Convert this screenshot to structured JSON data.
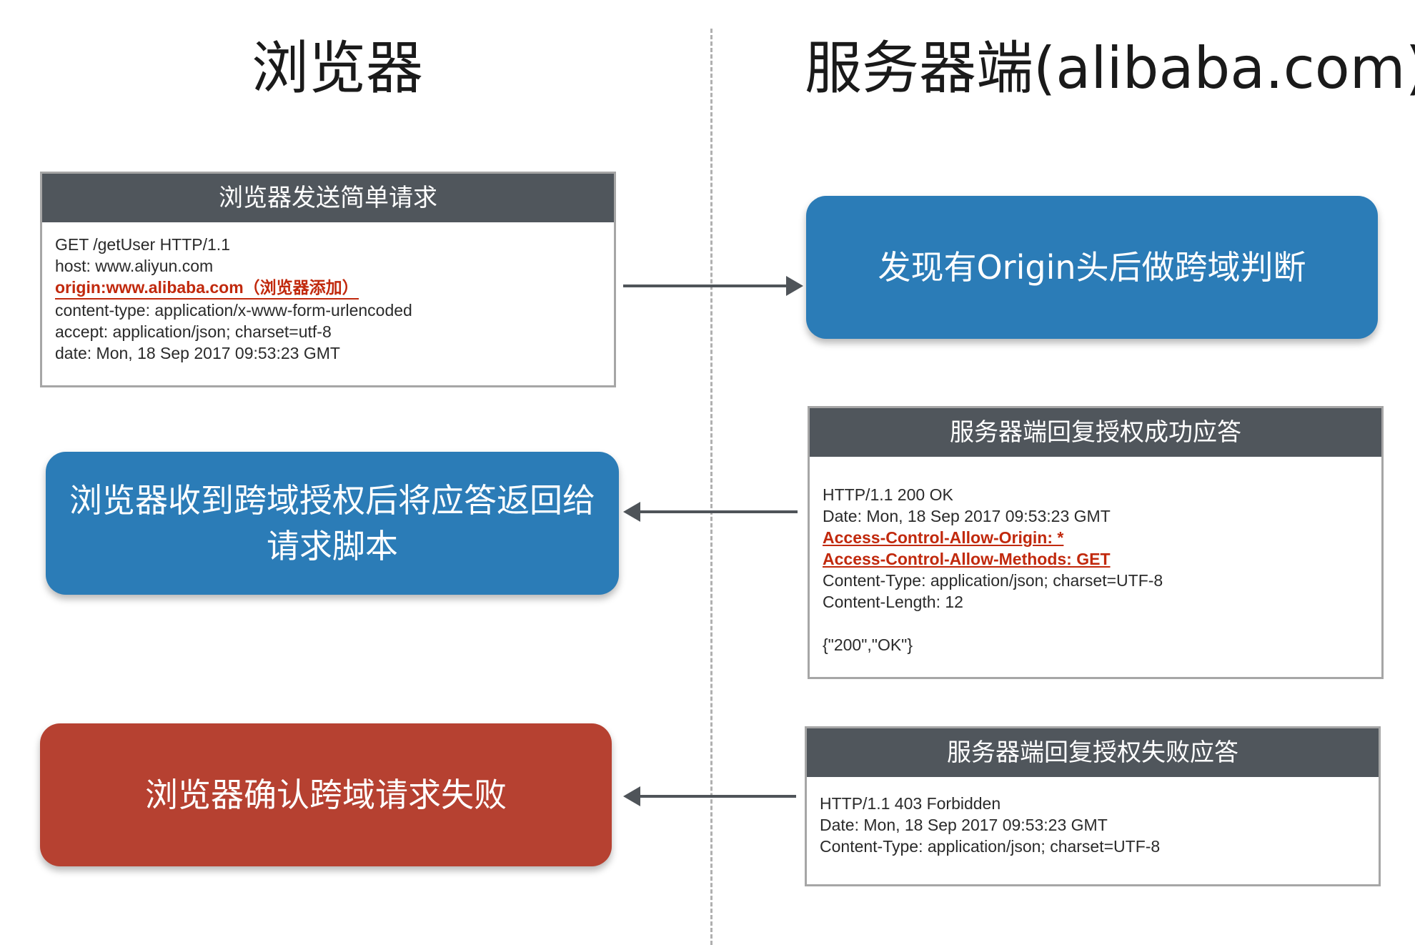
{
  "headings": {
    "browser": "浏览器",
    "server": "服务器端(alibaba.com)"
  },
  "request_panel": {
    "title": "浏览器发送简单请求",
    "lines": [
      "GET /getUser HTTP/1.1",
      "host: www.aliyun.com",
      "origin:www.alibaba.com（浏览器添加）",
      "content-type: application/x-www-form-urlencoded",
      "accept: application/json; charset=utf-8",
      "date: Mon, 18 Sep 2017 09:53:23 GMT"
    ]
  },
  "server_check": {
    "label": "发现有Origin头后做跨域判断"
  },
  "success_panel": {
    "title": "服务器端回复授权成功应答",
    "lines": [
      "HTTP/1.1 200 OK",
      "Date: Mon, 18 Sep 2017 09:53:23 GMT",
      "Access-Control-Allow-Origin: *",
      "Access-Control-Allow-Methods: GET",
      "Content-Type: application/json; charset=UTF-8",
      "Content-Length: 12",
      "",
      "{\"200\",\"OK\"}"
    ]
  },
  "browser_success": {
    "line1": "浏览器收到跨域授权后将应答返回给",
    "line2": "请求脚本"
  },
  "failure_panel": {
    "title": "服务器端回复授权失败应答",
    "lines": [
      "HTTP/1.1 403 Forbidden",
      "Date: Mon, 18 Sep 2017 09:53:23 GMT",
      "Content-Type: application/json; charset=UTF-8"
    ]
  },
  "browser_failure": {
    "label": "浏览器确认跨域请求失败"
  },
  "colors": {
    "header_bg": "#50565c",
    "action_blue": "#2b7cb7",
    "action_red": "#b64131",
    "highlight_red": "#c1290d",
    "arrow": "#4f5459",
    "divider": "#b0b0b0"
  }
}
